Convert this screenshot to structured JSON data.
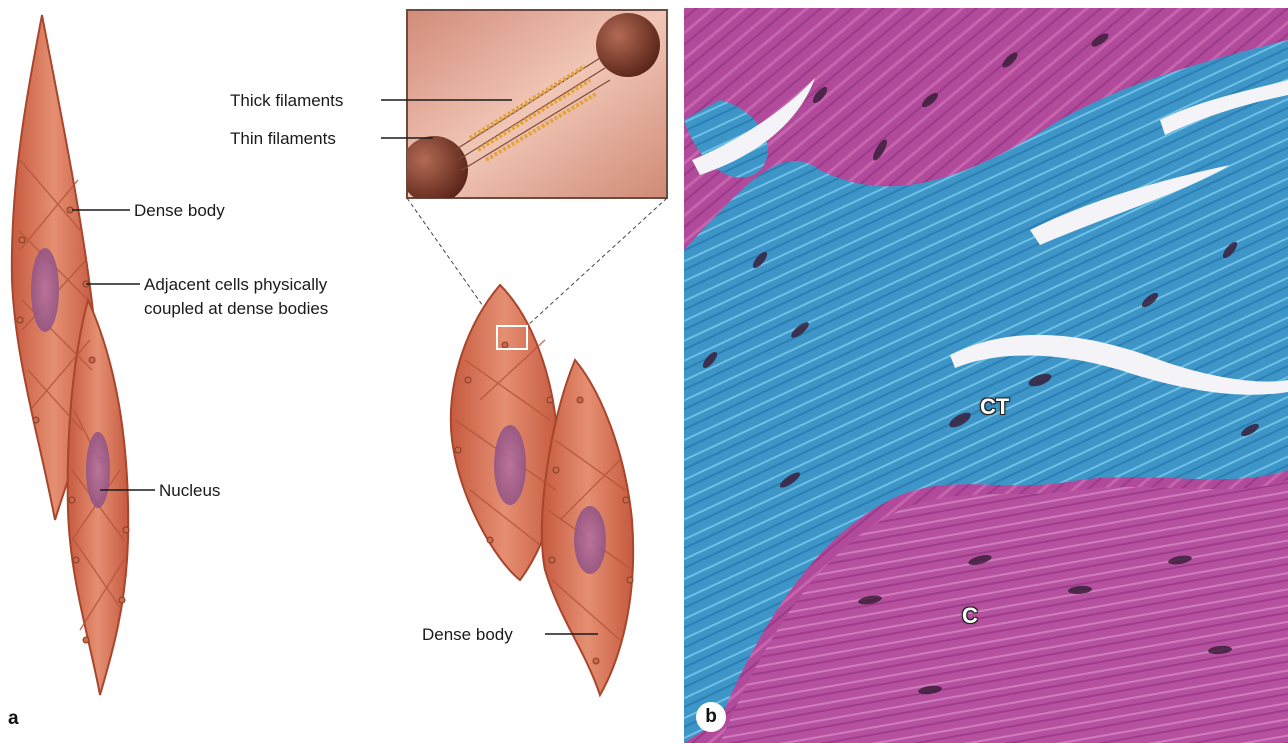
{
  "panel_a": {
    "letter": "a",
    "labels": {
      "thick_filaments": "Thick filaments",
      "thin_filaments": "Thin filaments",
      "dense_body_left": "Dense body",
      "adjacent_line1": "Adjacent cells physically",
      "adjacent_line2": "coupled at dense bodies",
      "nucleus": "Nucleus",
      "dense_body_right": "Dense body"
    }
  },
  "panel_b": {
    "letter": "b",
    "labels": {
      "connective_tissue": "CT",
      "cell": "C"
    }
  },
  "colors": {
    "cell_fill": "#d9745a",
    "cell_stroke": "#a8452d",
    "nucleus": "#9a5a8c",
    "micro_pink": "#b3489d",
    "micro_blue": "#4aa3cf"
  }
}
